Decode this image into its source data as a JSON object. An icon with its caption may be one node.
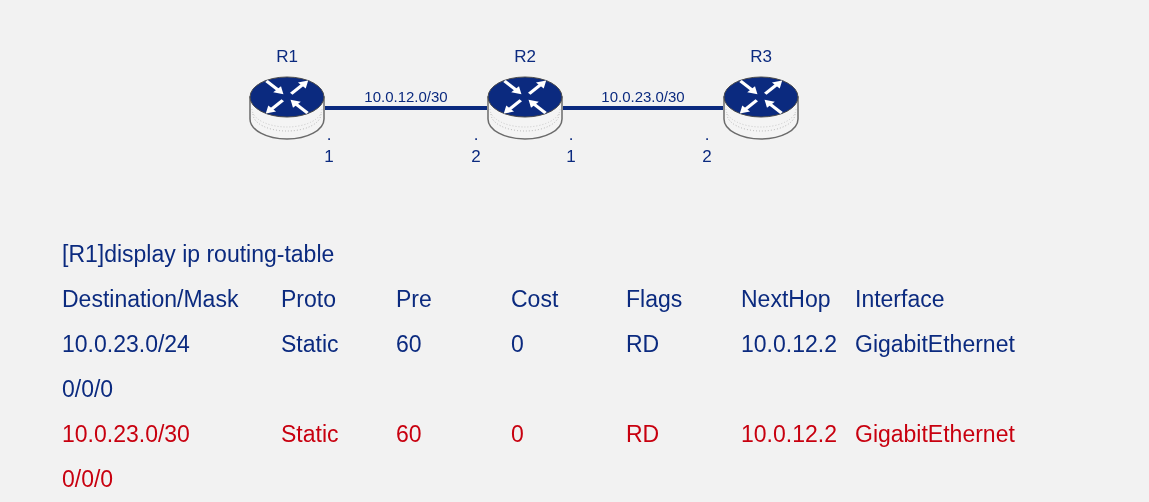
{
  "diagram": {
    "nodes": [
      {
        "text": [
          "R1"
        ]
      },
      {
        "text": [
          "R2"
        ]
      },
      {
        "text": [
          "R3"
        ]
      }
    ],
    "edges": [
      {
        "from": 0,
        "to": 1,
        "arrow": "none",
        "label": "10.0.12.0/30"
      },
      {
        "from": 1,
        "to": 2,
        "arrow": "none",
        "label": "10.0.23.0/30"
      }
    ],
    "labels": [
      ".1",
      ".2",
      ".1",
      ".2",
      "[R1]display ip routing-table",
      "Destination/Mask",
      "Proto",
      "Pre",
      "Cost",
      "Flags",
      "NextHop",
      "Interface",
      "10.0.23.0/24",
      "Static",
      "60",
      "0",
      "RD",
      "10.0.12.2",
      "GigabitEthernet",
      "0/0/0",
      "10.0.23.0/30",
      "Static",
      "60",
      "0",
      "RD",
      "10.0.12.2",
      "GigabitEthernet",
      "0/0/0"
    ]
  }
}
